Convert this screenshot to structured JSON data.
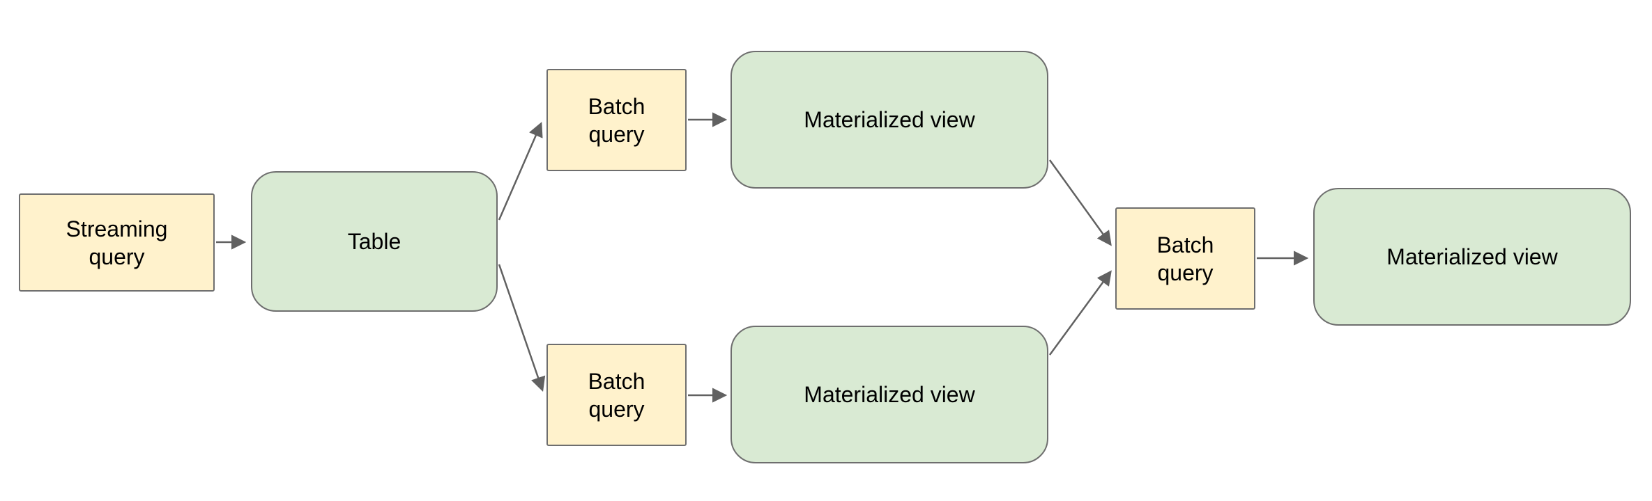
{
  "colors": {
    "background": "#ffffff",
    "yellow_fill": "#fff2cc",
    "green_fill": "#d9ead3",
    "node_border": "#6e6e6e",
    "arrow": "#616161",
    "text": "#000000"
  },
  "nodes": {
    "streaming_query": {
      "label": "Streaming\nquery",
      "shape": "rectangle",
      "fill": "yellow"
    },
    "table": {
      "label": "Table",
      "shape": "rounded-rectangle",
      "fill": "green"
    },
    "batch_query_top": {
      "label": "Batch\nquery",
      "shape": "rectangle",
      "fill": "yellow"
    },
    "materialized_view_top": {
      "label": "Materialized view",
      "shape": "rounded-rectangle",
      "fill": "green"
    },
    "batch_query_bottom": {
      "label": "Batch\nquery",
      "shape": "rectangle",
      "fill": "yellow"
    },
    "materialized_view_bottom": {
      "label": "Materialized view",
      "shape": "rounded-rectangle",
      "fill": "green"
    },
    "batch_query_right": {
      "label": "Batch\nquery",
      "shape": "rectangle",
      "fill": "yellow"
    },
    "materialized_view_right": {
      "label": "Materialized view",
      "shape": "rounded-rectangle",
      "fill": "green"
    }
  },
  "edges": [
    {
      "from": "streaming_query",
      "to": "table"
    },
    {
      "from": "table",
      "to": "batch_query_top"
    },
    {
      "from": "table",
      "to": "batch_query_bottom"
    },
    {
      "from": "batch_query_top",
      "to": "materialized_view_top"
    },
    {
      "from": "batch_query_bottom",
      "to": "materialized_view_bottom"
    },
    {
      "from": "materialized_view_top",
      "to": "batch_query_right"
    },
    {
      "from": "materialized_view_bottom",
      "to": "batch_query_right"
    },
    {
      "from": "batch_query_right",
      "to": "materialized_view_right"
    }
  ]
}
